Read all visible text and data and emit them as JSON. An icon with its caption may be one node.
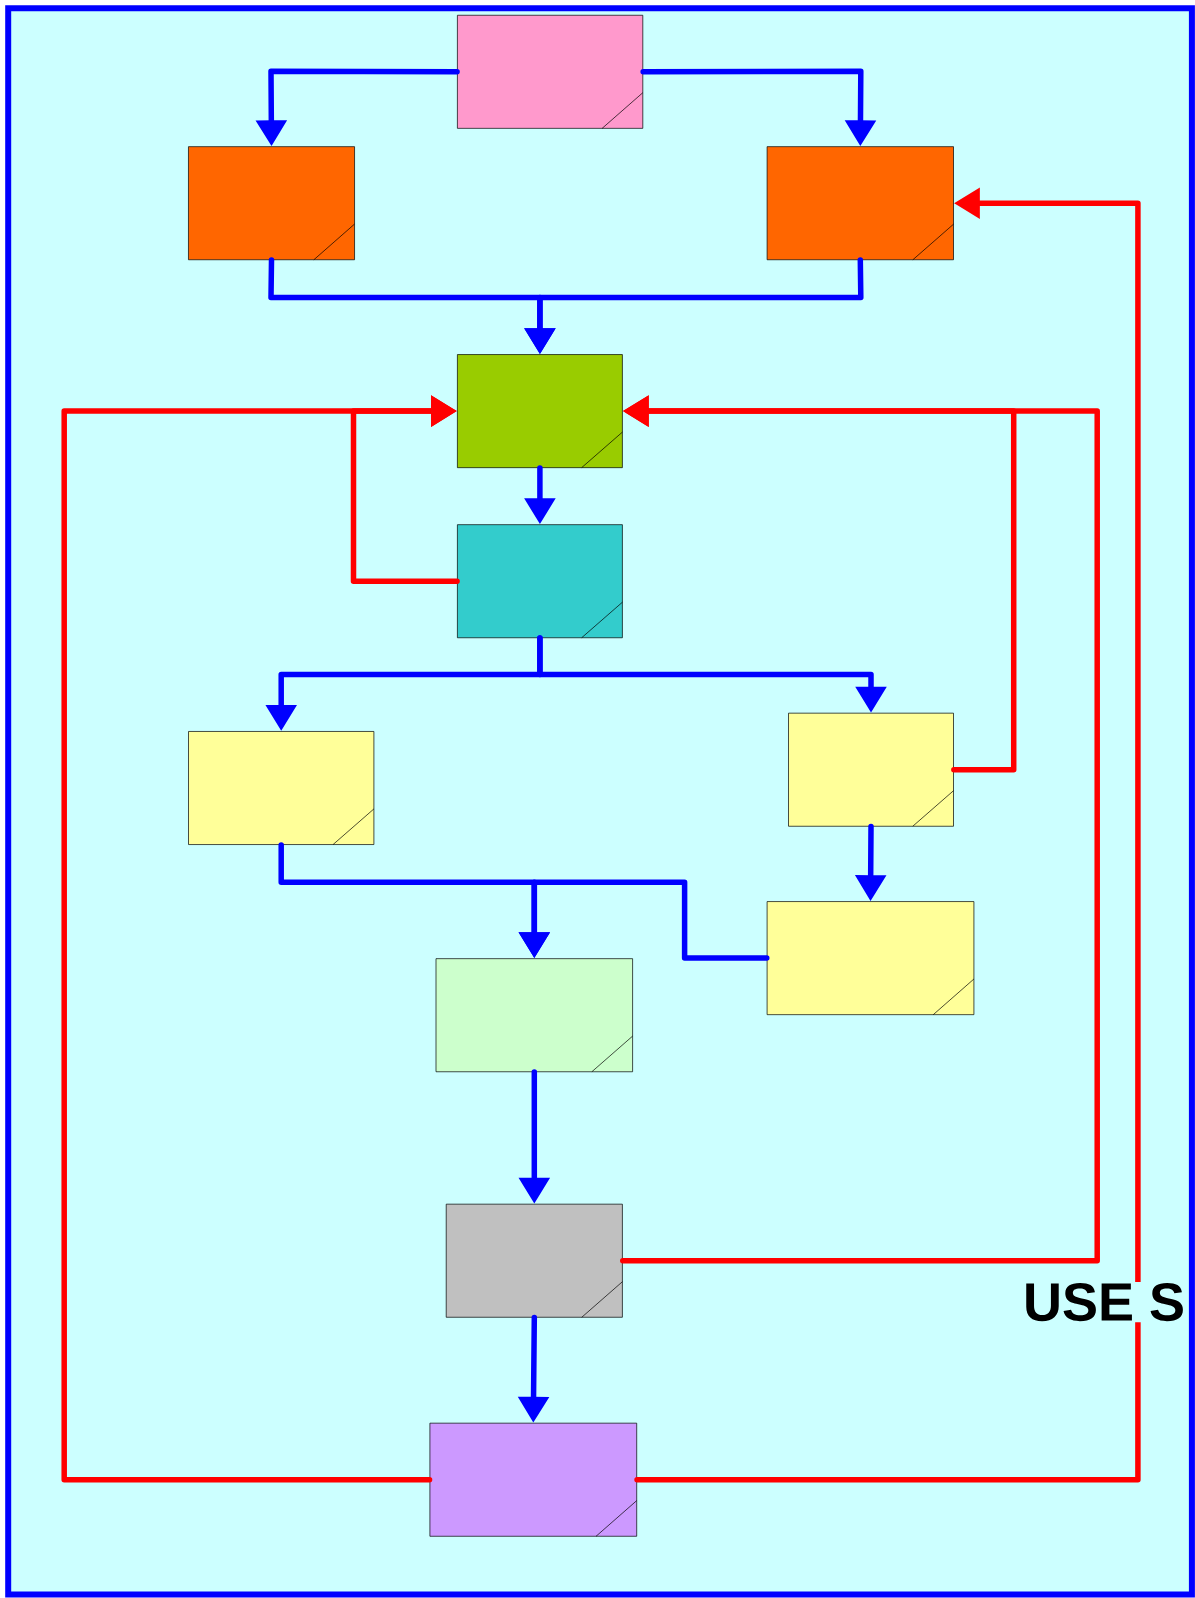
{
  "diagram": {
    "nodes": [
      {
        "text": [],
        "shape": "box"
      },
      {
        "text": [],
        "shape": "box"
      },
      {
        "text": [],
        "shape": "box"
      },
      {
        "text": [],
        "shape": "box"
      },
      {
        "text": [],
        "shape": "box"
      },
      {
        "text": [],
        "shape": "box"
      },
      {
        "text": [],
        "shape": "box"
      },
      {
        "text": [],
        "shape": "box"
      },
      {
        "text": [],
        "shape": "box"
      },
      {
        "text": [],
        "shape": "box"
      },
      {
        "text": [],
        "shape": "box"
      }
    ],
    "edges": [
      {
        "from": 0,
        "to": 1,
        "arrow": "to"
      },
      {
        "from": 0,
        "to": 2,
        "arrow": "to"
      },
      {
        "from": 1,
        "to": 3,
        "arrow": "to"
      },
      {
        "from": 2,
        "to": 3,
        "arrow": "to"
      },
      {
        "from": 3,
        "to": 4,
        "arrow": "to"
      },
      {
        "from": 4,
        "to": 5,
        "arrow": "to"
      },
      {
        "from": 4,
        "to": 6,
        "arrow": "to"
      },
      {
        "from": 6,
        "to": 7,
        "arrow": "to"
      },
      {
        "from": 5,
        "to": 8,
        "arrow": "to"
      },
      {
        "from": 7,
        "to": 8,
        "arrow": "to"
      },
      {
        "from": 8,
        "to": 9,
        "arrow": "to"
      },
      {
        "from": 9,
        "to": 10,
        "arrow": "to"
      },
      {
        "from": 4,
        "to": 3,
        "arrow": "to",
        "color": "#ff0000"
      },
      {
        "from": 10,
        "to": 3,
        "arrow": "to",
        "color": "#ff0000"
      },
      {
        "from": 6,
        "to": 3,
        "arrow": "to",
        "color": "#ff0000"
      },
      {
        "from": 9,
        "to": 3,
        "arrow": "to",
        "color": "#ff0000"
      },
      {
        "from": 10,
        "to": 2,
        "arrow": "to",
        "color": "#ff0000"
      }
    ],
    "labels": [
      "USE S"
    ]
  }
}
